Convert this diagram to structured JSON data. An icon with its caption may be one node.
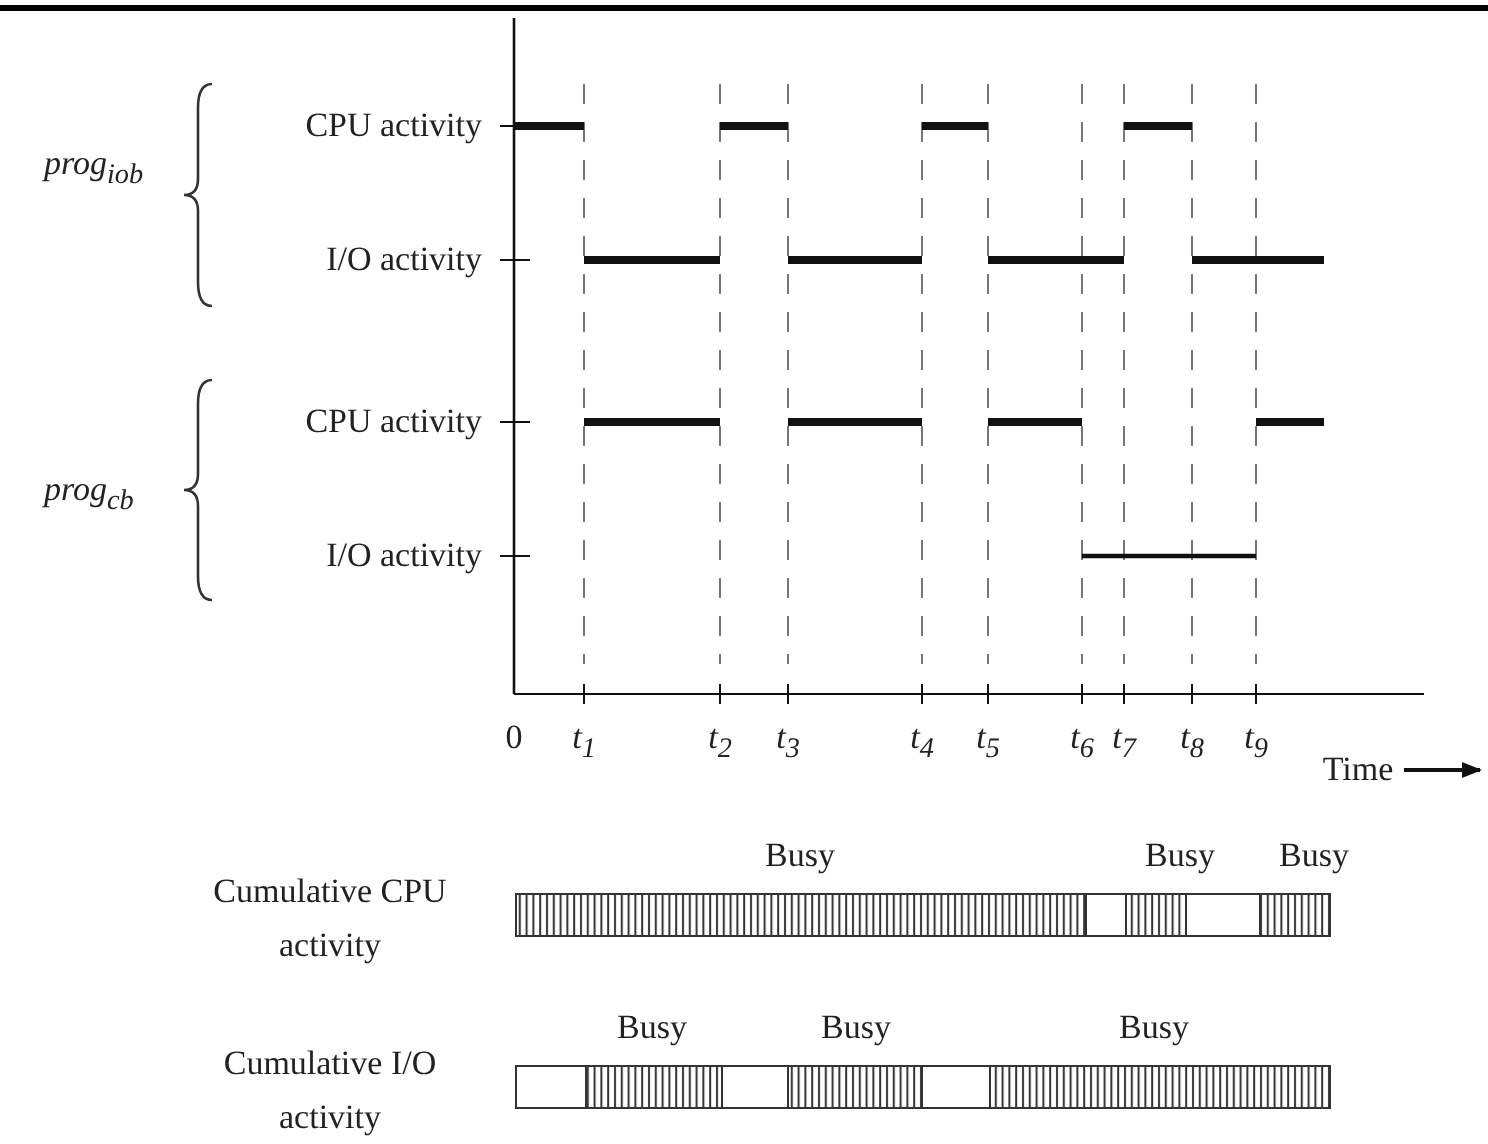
{
  "diagram": {
    "labels": [
      "prog$_{iob}$",
      "CPU activity",
      "I/O activity",
      "prog$_{cb}$",
      "CPU activity",
      "I/O activity",
      "0",
      "t$_{1}$",
      "t$_{2}$",
      "t$_{3}$",
      "t$_{4}$",
      "t$_{5}$",
      "t$_{6}$",
      "t$_{7}$",
      "t$_{8}$",
      "t$_{9}$",
      "Time",
      "Busy",
      "Busy",
      "Busy",
      "Cumulative CPU activity",
      "Busy",
      "Busy",
      "Busy",
      "Cumulative I/O activity"
    ]
  }
}
